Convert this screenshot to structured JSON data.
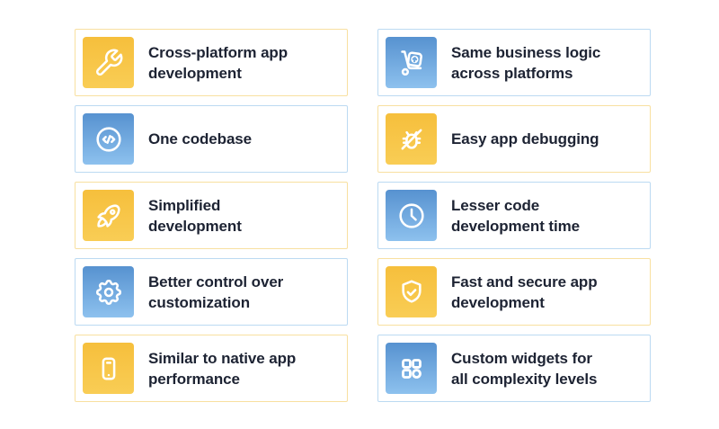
{
  "colors": {
    "background": "#FFFFFF",
    "text": "#1D2333",
    "yellow_box_top": "#F6BF3C",
    "yellow_box_bottom": "#F9CD55",
    "yellow_card_border": "#F8E0A0",
    "blue_box_top": "#5792D0",
    "blue_box_bottom": "#8DC1EE",
    "blue_card_border": "#BCDAF2",
    "icon_stroke": "#FFFFFF"
  },
  "cards": [
    {
      "icon": "wrench-icon",
      "theme": "yellow",
      "label": "Cross-platform app development",
      "lines": [
        "Cross-platform app",
        "development"
      ]
    },
    {
      "icon": "hand-truck-icon",
      "theme": "blue",
      "label": "Same business logic across platforms",
      "lines": [
        "Same business logic",
        "across platforms"
      ]
    },
    {
      "icon": "code-icon",
      "theme": "blue",
      "label": "One codebase",
      "lines": [
        "One codebase"
      ]
    },
    {
      "icon": "bug-slash-icon",
      "theme": "yellow",
      "label": "Easy app debugging",
      "lines": [
        "Easy app debugging"
      ]
    },
    {
      "icon": "rocket-icon",
      "theme": "yellow",
      "label": "Simplified development",
      "lines": [
        "Simplified",
        "development"
      ]
    },
    {
      "icon": "clock-icon",
      "theme": "blue",
      "label": "Lesser code development time",
      "lines": [
        "Lesser code",
        "development time"
      ]
    },
    {
      "icon": "gear-icon",
      "theme": "blue",
      "label": "Better control over customization",
      "lines": [
        "Better control over",
        "customization"
      ]
    },
    {
      "icon": "shield-check-icon",
      "theme": "yellow",
      "label": "Fast and secure app development",
      "lines": [
        "Fast and secure app",
        "development"
      ]
    },
    {
      "icon": "phone-icon",
      "theme": "yellow",
      "label": "Similar to native app performance",
      "lines": [
        "Similar to native app",
        "performance"
      ]
    },
    {
      "icon": "widgets-icon",
      "theme": "blue",
      "label": "Custom widgets for all complexity levels",
      "lines": [
        "Custom widgets for",
        "all complexity levels"
      ]
    }
  ]
}
